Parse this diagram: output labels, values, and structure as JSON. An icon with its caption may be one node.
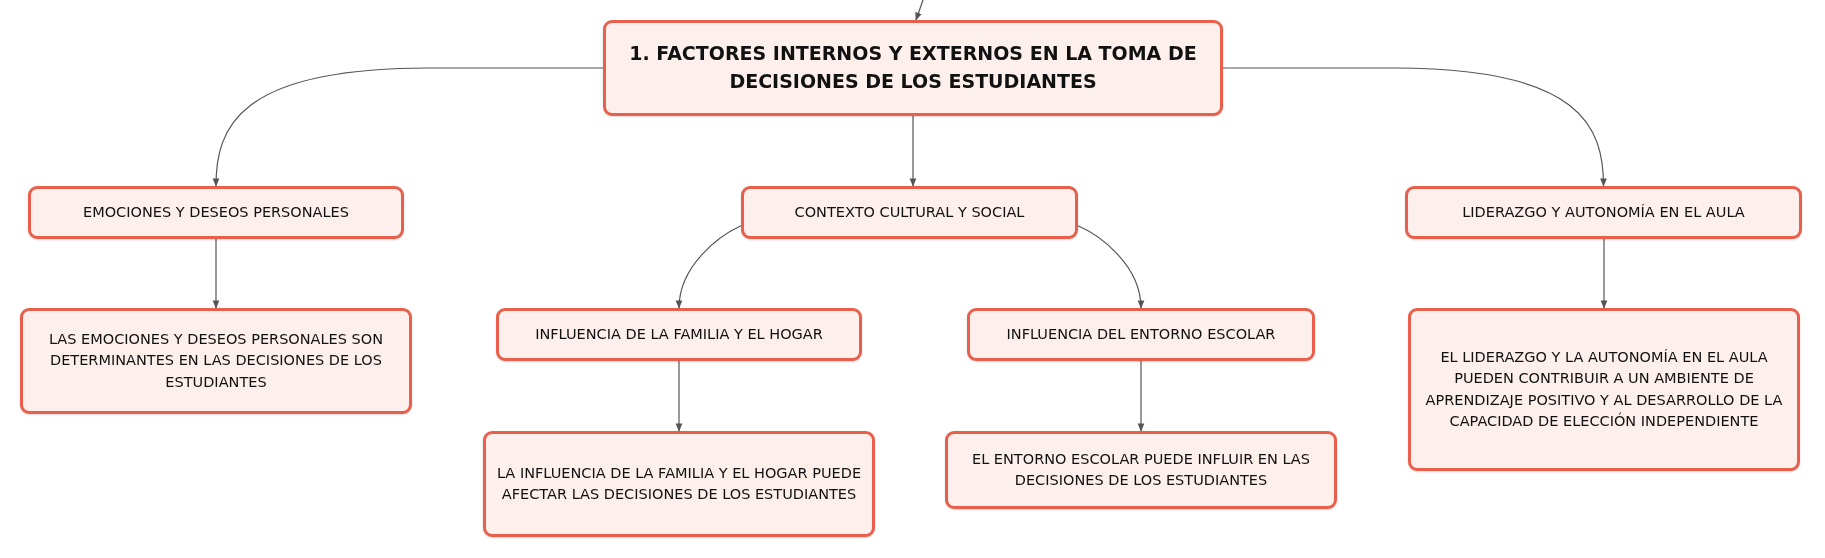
{
  "diagram": {
    "nodes": [
      {
        "text": [
          "1. FACTORES INTERNOS Y EXTERNOS EN LA TOMA DE DECISIONES DE LOS ESTUDIANTES"
        ]
      },
      {
        "text": [
          "EMOCIONES Y DESEOS PERSONALES"
        ]
      },
      {
        "text": [
          "CONTEXTO CULTURAL Y SOCIAL"
        ]
      },
      {
        "text": [
          "LIDERAZGO Y AUTONOMÍA EN EL AULA"
        ]
      },
      {
        "text": [
          "LAS EMOCIONES Y DESEOS PERSONALES SON DETERMINANTES EN LAS DECISIONES DE LOS ESTUDIANTES"
        ]
      },
      {
        "text": [
          "INFLUENCIA DE LA FAMILIA Y EL HOGAR"
        ]
      },
      {
        "text": [
          "INFLUENCIA DEL ENTORNO ESCOLAR"
        ]
      },
      {
        "text": [
          "EL LIDERAZGO Y LA AUTONOMÍA EN EL AULA PUEDEN CONTRIBUIR A UN AMBIENTE DE APRENDIZAJE POSITIVO Y AL DESARROLLO DE LA CAPACIDAD DE ELECCIÓN INDEPENDIENTE"
        ]
      },
      {
        "text": [
          "LA INFLUENCIA DE LA FAMILIA Y EL HOGAR PUEDE AFECTAR LAS DECISIONES DE LOS ESTUDIANTES"
        ]
      },
      {
        "text": [
          "EL ENTORNO ESCOLAR PUEDE INFLUIR EN LAS DECISIONES DE LOS ESTUDIANTES"
        ]
      }
    ],
    "edges": [
      {
        "from": null,
        "to": 0,
        "arrow": "to"
      },
      {
        "from": 0,
        "to": 1,
        "arrow": "to"
      },
      {
        "from": 0,
        "to": 2,
        "arrow": "to"
      },
      {
        "from": 0,
        "to": 3,
        "arrow": "to"
      },
      {
        "from": 1,
        "to": 4,
        "arrow": "to"
      },
      {
        "from": 2,
        "to": 5,
        "arrow": "to"
      },
      {
        "from": 2,
        "to": 6,
        "arrow": "to"
      },
      {
        "from": 3,
        "to": 7,
        "arrow": "to"
      },
      {
        "from": 5,
        "to": 8,
        "arrow": "to"
      },
      {
        "from": 6,
        "to": 9,
        "arrow": "to"
      }
    ]
  }
}
